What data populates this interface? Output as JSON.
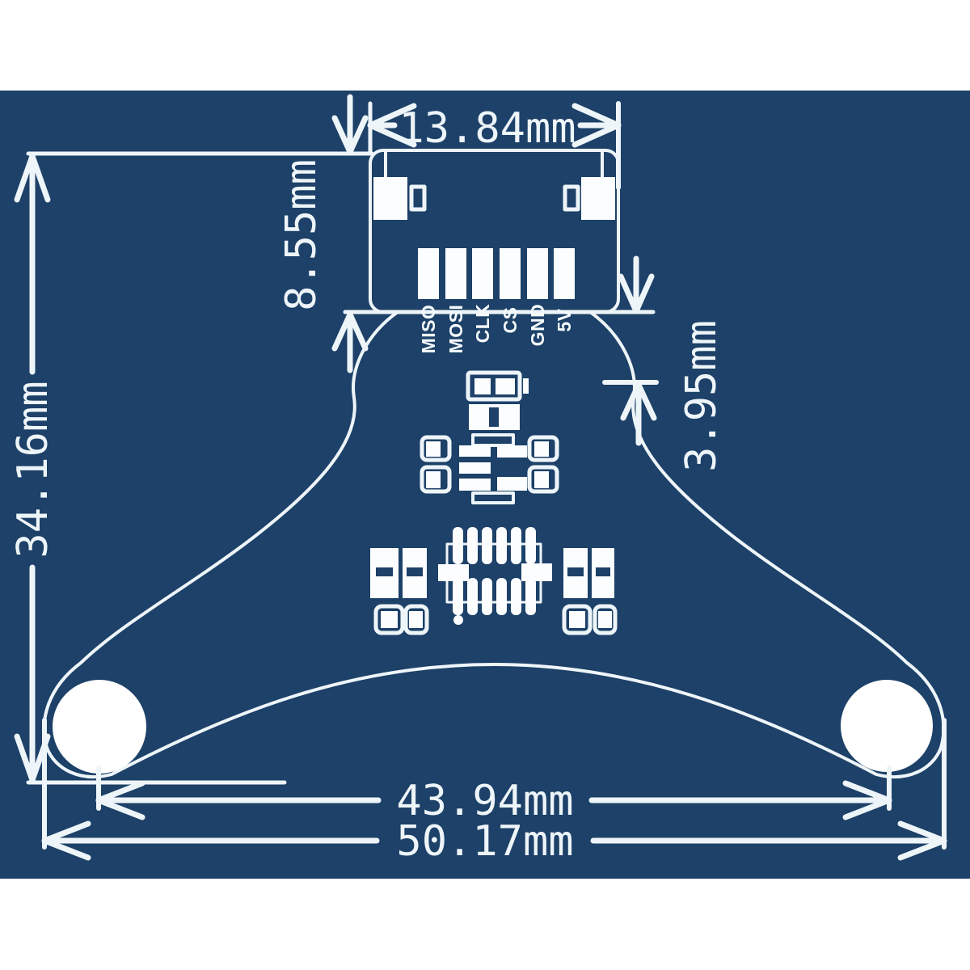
{
  "colors": {
    "page_background": "#ffffff",
    "panel_background": "#1d4168",
    "ink": "#eef5f9"
  },
  "diagram": {
    "type": "pcb-dimension-drawing",
    "dimensions": {
      "connector_width": "13.84mm",
      "connector_height": "8.55mm",
      "pad_offset": "3.95mm",
      "board_height": "34.16mm",
      "hole_spacing": "43.94mm",
      "board_width": "50.17mm"
    },
    "pin_labels": [
      "MISO",
      "MOSI",
      "CLK",
      "CS",
      "GND",
      "5V"
    ],
    "icons": {
      "battery_icon": "battery-icon",
      "mounting_hole_left": "mounting-hole",
      "mounting_hole_right": "mounting-hole"
    }
  }
}
